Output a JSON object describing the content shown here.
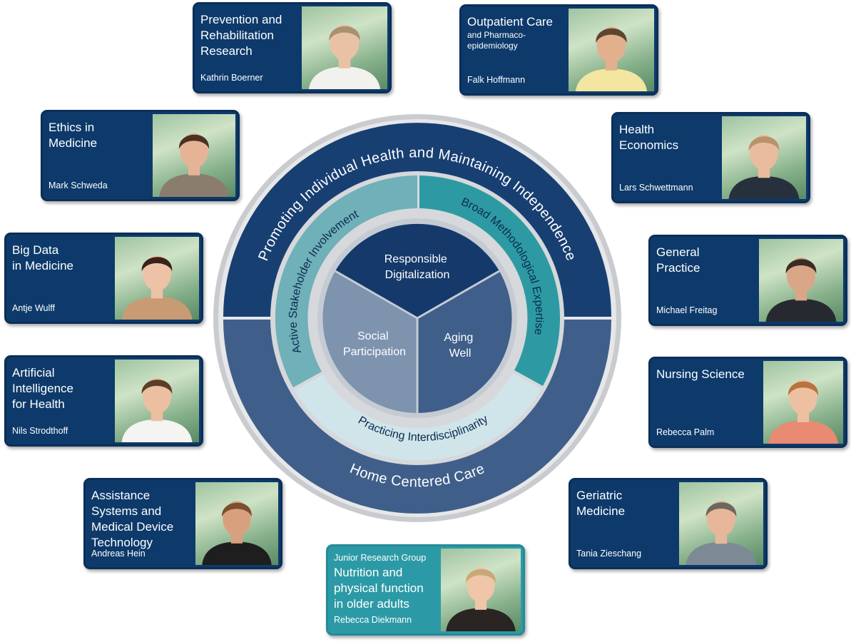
{
  "center": {
    "outer_top": "Promoting Individual Health and Maintaining Independence",
    "outer_bottom": "Home Centered Care",
    "middle_left": "Active Stakeholder Involvement",
    "middle_right": "Broad Methodological Expertise",
    "middle_bottom": "Practicing Interdisciplinarity",
    "inner_top": [
      "Responsible",
      "Digitalization"
    ],
    "inner_left": [
      "Social",
      "Participation"
    ],
    "inner_right": [
      "Aging",
      "Well"
    ]
  },
  "cards": {
    "prevention": {
      "title": "Prevention and\nRehabilitation\nResearch",
      "name": "Kathrin Boerner",
      "skin": "#e9c2a6",
      "hair": "#a89070",
      "shirt": "#f1f1ee"
    },
    "outpatient": {
      "title": "Outpatient Care",
      "subtitle": "and Pharmaco-\nepidemiology",
      "name": "Falk Hoffmann",
      "skin": "#e2b08c",
      "hair": "#5c4630",
      "shirt": "#f3e6a0"
    },
    "ethics": {
      "title": "Ethics in\nMedicine",
      "name": "Mark Schweda",
      "skin": "#e6b396",
      "hair": "#4a3222",
      "shirt": "#8a7d6e"
    },
    "health_econ": {
      "title": "Health\nEconomics",
      "name": "Lars Schwettmann",
      "skin": "#e8bc9c",
      "hair": "#b8936a",
      "shirt": "#27313d"
    },
    "big_data": {
      "title": "Big Data\nin Medicine",
      "name": "Antje Wulff",
      "skin": "#edc2a6",
      "hair": "#3a2218",
      "shirt": "#c99b73"
    },
    "general_practice": {
      "title": "General\nPractice",
      "name": "Michael Freitag",
      "skin": "#d9a688",
      "hair": "#3a2c22",
      "shirt": "#262a30"
    },
    "ai": {
      "title": "Artificial\nIntelligence\nfor Health",
      "name": "Nils Strodthoff",
      "skin": "#ebbfa0",
      "hair": "#5a3e28",
      "shirt": "#f4f4f2"
    },
    "nursing": {
      "title": "Nursing Science",
      "name": "Rebecca Palm",
      "skin": "#edc0a2",
      "hair": "#b8733e",
      "shirt": "#e98a73"
    },
    "assistance": {
      "title": "Assistance\nSystems and\nMedical Device\nTechnology",
      "name": "Andreas Hein",
      "skin": "#d9a07e",
      "hair": "#7a5030",
      "shirt": "#1e1e1e"
    },
    "geriatric": {
      "title": "Geriatric\nMedicine",
      "name": "Tania Zieschang",
      "skin": "#e6b79a",
      "hair": "#6e665e",
      "shirt": "#7c8a96"
    },
    "junior": {
      "pretitle": "Junior Research Group",
      "title": "Nutrition and\nphysical function\nin older adults",
      "name": "Rebecca Diekmann",
      "skin": "#efc6a8",
      "hair": "#c9a878",
      "shirt": "#2a2422"
    }
  },
  "colors": {
    "card_navy": "#0d3a6b",
    "card_teal": "#2c9aa6",
    "ring_outer_top": "#183f72",
    "ring_outer_bottom": "#3f5f8a",
    "ring_middle_left": "#6fb0b9",
    "ring_middle_right": "#2d9aa3",
    "ring_middle_bottom": "#cfe5ea",
    "inner_top": "#15396a",
    "inner_left": "#7d93ae",
    "inner_right": "#3f5f8a"
  }
}
